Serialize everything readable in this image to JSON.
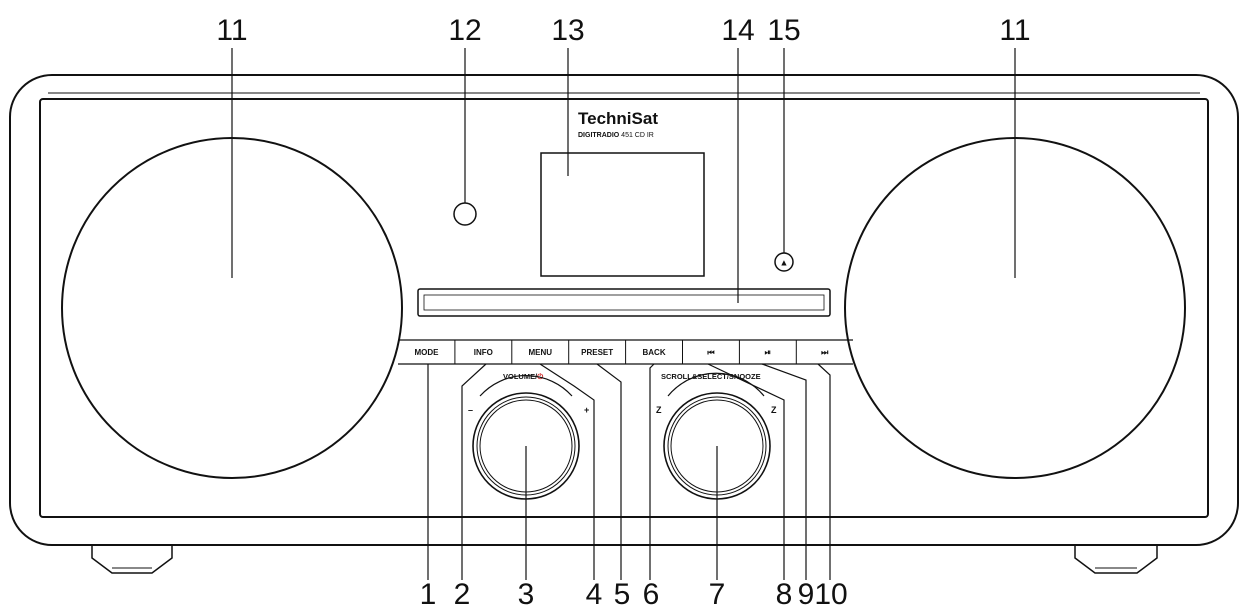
{
  "brand": {
    "name": "TechniSat",
    "model_bold": "DIGITRADIO",
    "model_rest": " 451 CD IR"
  },
  "buttons": [
    {
      "key": "mode",
      "label": "MODE"
    },
    {
      "key": "info",
      "label": "INFO"
    },
    {
      "key": "menu",
      "label": "MENU"
    },
    {
      "key": "preset",
      "label": "PRESET"
    },
    {
      "key": "back",
      "label": "BACK"
    },
    {
      "key": "prev",
      "label": "⏮"
    },
    {
      "key": "play",
      "label": "⏯"
    },
    {
      "key": "next",
      "label": "⏭"
    }
  ],
  "knobs": {
    "volume": {
      "title": "VOLUME",
      "sep": "/",
      "power": "⏻",
      "minus": "–",
      "plus": "+"
    },
    "scroll": {
      "title": "SCROLL&SELECT",
      "suffix": "/SNOOZE",
      "left_mark": "Z",
      "right_mark": "Z"
    }
  },
  "eject_symbol": "▲",
  "callouts": {
    "left_speaker": "11",
    "ir_sensor": "12",
    "display": "13",
    "cd_slot": "14",
    "eject": "15",
    "right_speaker": "11",
    "mode": "1",
    "info": "2",
    "volume": "3",
    "menu": "4",
    "preset": "5",
    "back": "6",
    "scroll": "7",
    "prev": "8",
    "play": "9",
    "next": "10"
  },
  "colors": {
    "ink": "#111111",
    "power_red": "#d02020",
    "background": "#ffffff"
  }
}
